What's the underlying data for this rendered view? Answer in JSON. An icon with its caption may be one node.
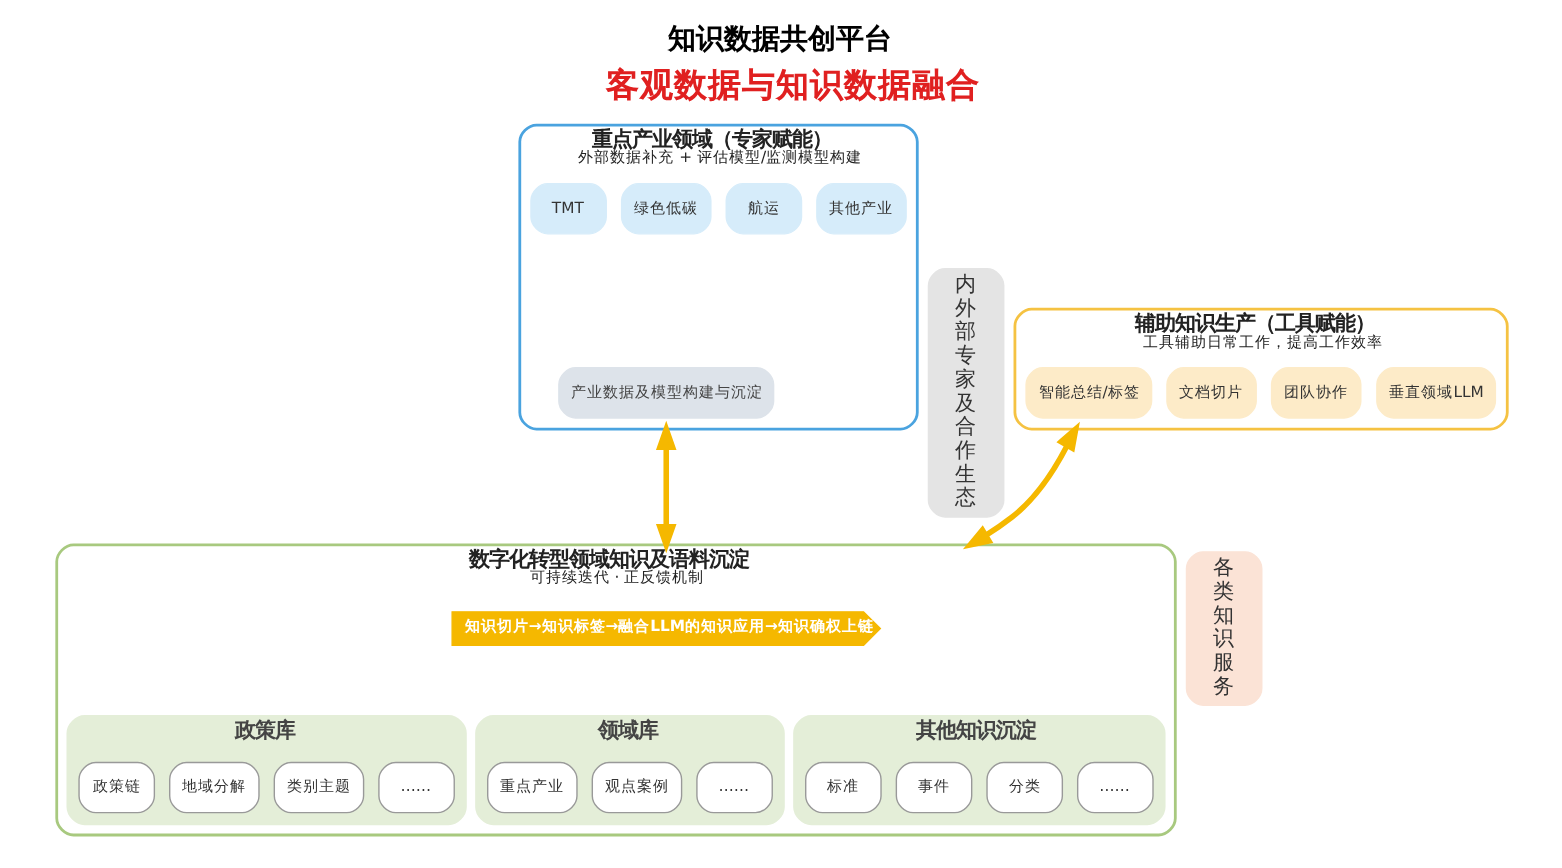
{
  "diagram": {
    "title": "知识数据共创平台",
    "nodes": [
      {
        "text": [
          "各类知识服务"
        ]
      },
      {
        "text": [
          "辅助知识生产（工具赋能）",
          "工具辅助日常工作，提高工作效率"
        ]
      },
      {
        "text": [
          "智能总结/标签"
        ],
        "in": 1
      },
      {
        "text": [
          "文档切片"
        ],
        "in": 1
      },
      {
        "text": [
          "团队协作"
        ],
        "in": 1
      },
      {
        "text": [
          "垂直领域LLM"
        ],
        "in": 1
      },
      {
        "text": [
          "重点产业领域（专家赋能）",
          "外部数据补充 + 评估模型/监测模型构建"
        ]
      },
      {
        "text": [
          "TMT"
        ],
        "in": 6
      },
      {
        "text": [
          "绿色低碳"
        ],
        "in": 6
      },
      {
        "text": [
          "航运"
        ],
        "in": 6
      },
      {
        "text": [
          "其他产业"
        ],
        "in": 6
      },
      {
        "text": [
          "产业数据及模型构建与沉淀"
        ],
        "in": 6
      },
      {
        "text": [
          "内外部专家及合作生态"
        ]
      },
      {
        "text": [
          "数字化转型领域知识及语料沉淀",
          "可持续迭代 · 正反馈机制"
        ]
      },
      {
        "text": [
          "知识切片→知识标签→融合LLM的知识应用→知识确权上链"
        ],
        "in": 13
      },
      {
        "text": [
          "政策库"
        ],
        "in": 13
      },
      {
        "text": [
          "政策链"
        ],
        "in": 15
      },
      {
        "text": [
          "地域分解"
        ],
        "in": 15
      },
      {
        "text": [
          "类别主题"
        ],
        "in": 15
      },
      {
        "text": [
          "……"
        ],
        "in": 15
      },
      {
        "text": [
          "领域库"
        ],
        "in": 13
      },
      {
        "text": [
          "重点产业"
        ],
        "in": 20
      },
      {
        "text": [
          "观点案例"
        ],
        "in": 20
      },
      {
        "text": [
          "……"
        ],
        "in": 20
      },
      {
        "text": [
          "其他知识沉淀"
        ],
        "in": 13
      },
      {
        "text": [
          "标准"
        ],
        "in": 24
      },
      {
        "text": [
          "事件"
        ],
        "in": 24
      },
      {
        "text": [
          "分类"
        ],
        "in": 24
      },
      {
        "text": [
          "……"
        ],
        "in": 24
      }
    ],
    "edges": [
      {
        "from": 1,
        "to": 13,
        "arrow": "both"
      },
      {
        "from": 6,
        "to": 13,
        "arrow": "both"
      }
    ],
    "labels": [
      "客观数据与知识数据融合"
    ]
  }
}
